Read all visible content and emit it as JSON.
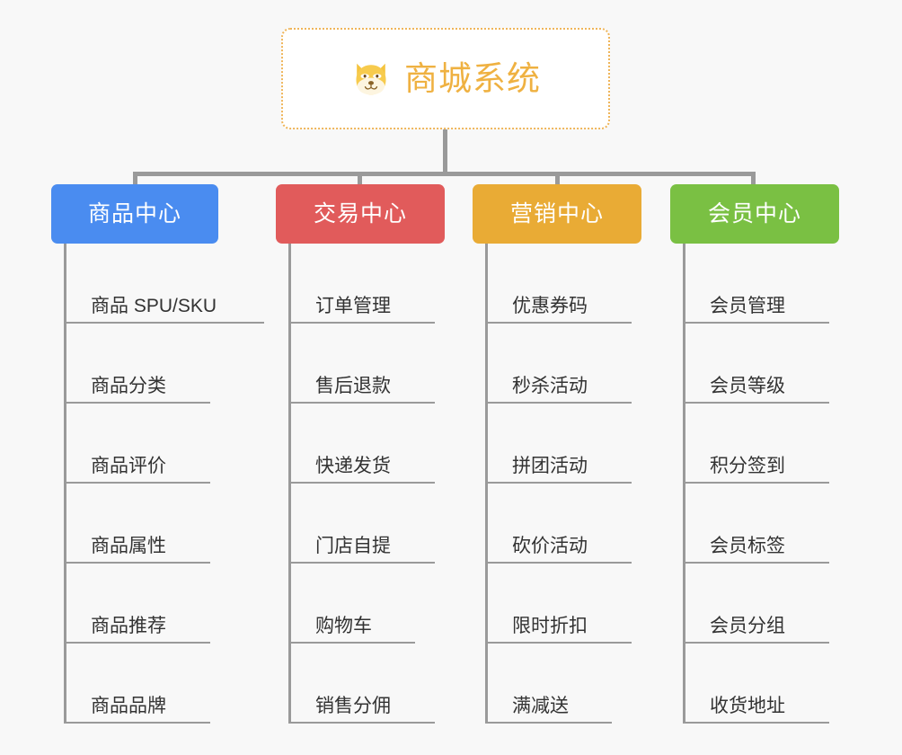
{
  "page": {
    "background_color": "#f8f8f8",
    "line_color": "#9a9a9a",
    "leaf_text_color": "#333333"
  },
  "root": {
    "label": "商城系统",
    "icon": "shiba-dog-face-icon",
    "text_color": "#efb141",
    "border_color": "#efb55a",
    "background_color": "#ffffff"
  },
  "branches": [
    {
      "label": "商品中心",
      "color": "#4a8cf0",
      "items": [
        "商品 SPU/SKU",
        "商品分类",
        "商品评价",
        "商品属性",
        "商品推荐",
        "商品品牌"
      ]
    },
    {
      "label": "交易中心",
      "color": "#e15b5b",
      "items": [
        "订单管理",
        "售后退款",
        "快递发货",
        "门店自提",
        "购物车",
        "销售分佣"
      ]
    },
    {
      "label": "营销中心",
      "color": "#e9ab35",
      "items": [
        "优惠券码",
        "秒杀活动",
        "拼团活动",
        "砍价活动",
        "限时折扣",
        "满减送"
      ]
    },
    {
      "label": "会员中心",
      "color": "#7ac043",
      "items": [
        "会员管理",
        "会员等级",
        "积分签到",
        "会员标签",
        "会员分组",
        "收货地址"
      ]
    }
  ]
}
